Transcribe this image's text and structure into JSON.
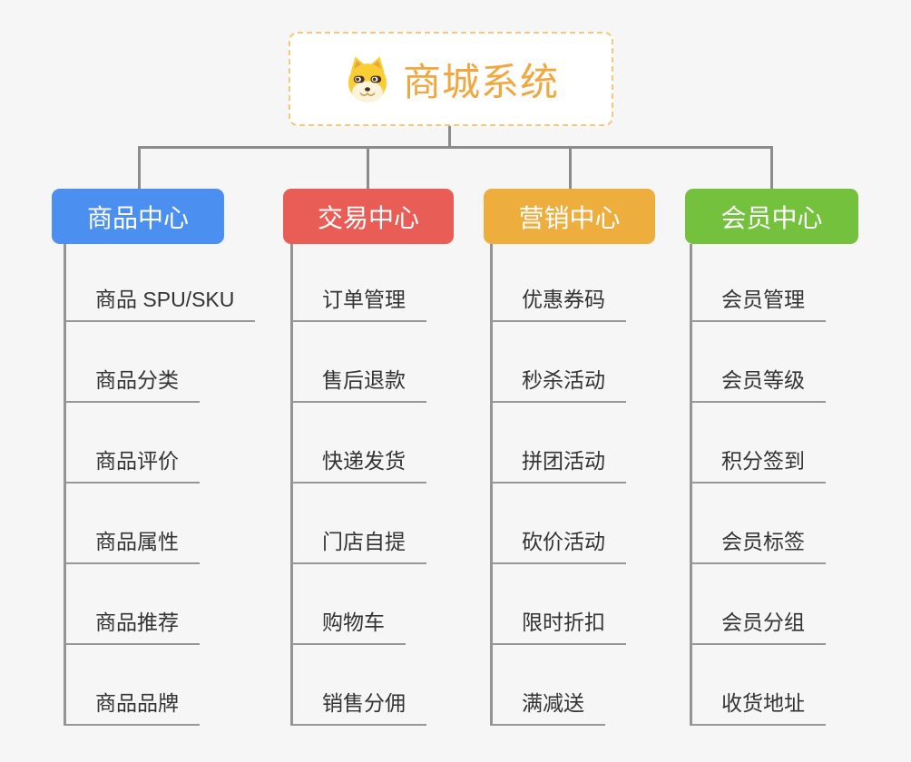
{
  "root": {
    "title": "商城系统",
    "title_color": "#f0a73f",
    "border_color": "#f6c878",
    "icon": "dog-icon"
  },
  "connector_color": "#8c8c8c",
  "branches": [
    {
      "label": "商品中心",
      "color": "#4b8ff0",
      "items": [
        "商品 SPU/SKU",
        "商品分类",
        "商品评价",
        "商品属性",
        "商品推荐",
        "商品品牌"
      ]
    },
    {
      "label": "交易中心",
      "color": "#e95d57",
      "items": [
        "订单管理",
        "售后退款",
        "快递发货",
        "门店自提",
        "购物车",
        "销售分佣"
      ]
    },
    {
      "label": "营销中心",
      "color": "#edae3e",
      "items": [
        "优惠券码",
        "秒杀活动",
        "拼团活动",
        "砍价活动",
        "限时折扣",
        "满减送"
      ]
    },
    {
      "label": "会员中心",
      "color": "#73c13c",
      "items": [
        "会员管理",
        "会员等级",
        "积分签到",
        "会员标签",
        "会员分组",
        "收货地址"
      ]
    }
  ]
}
